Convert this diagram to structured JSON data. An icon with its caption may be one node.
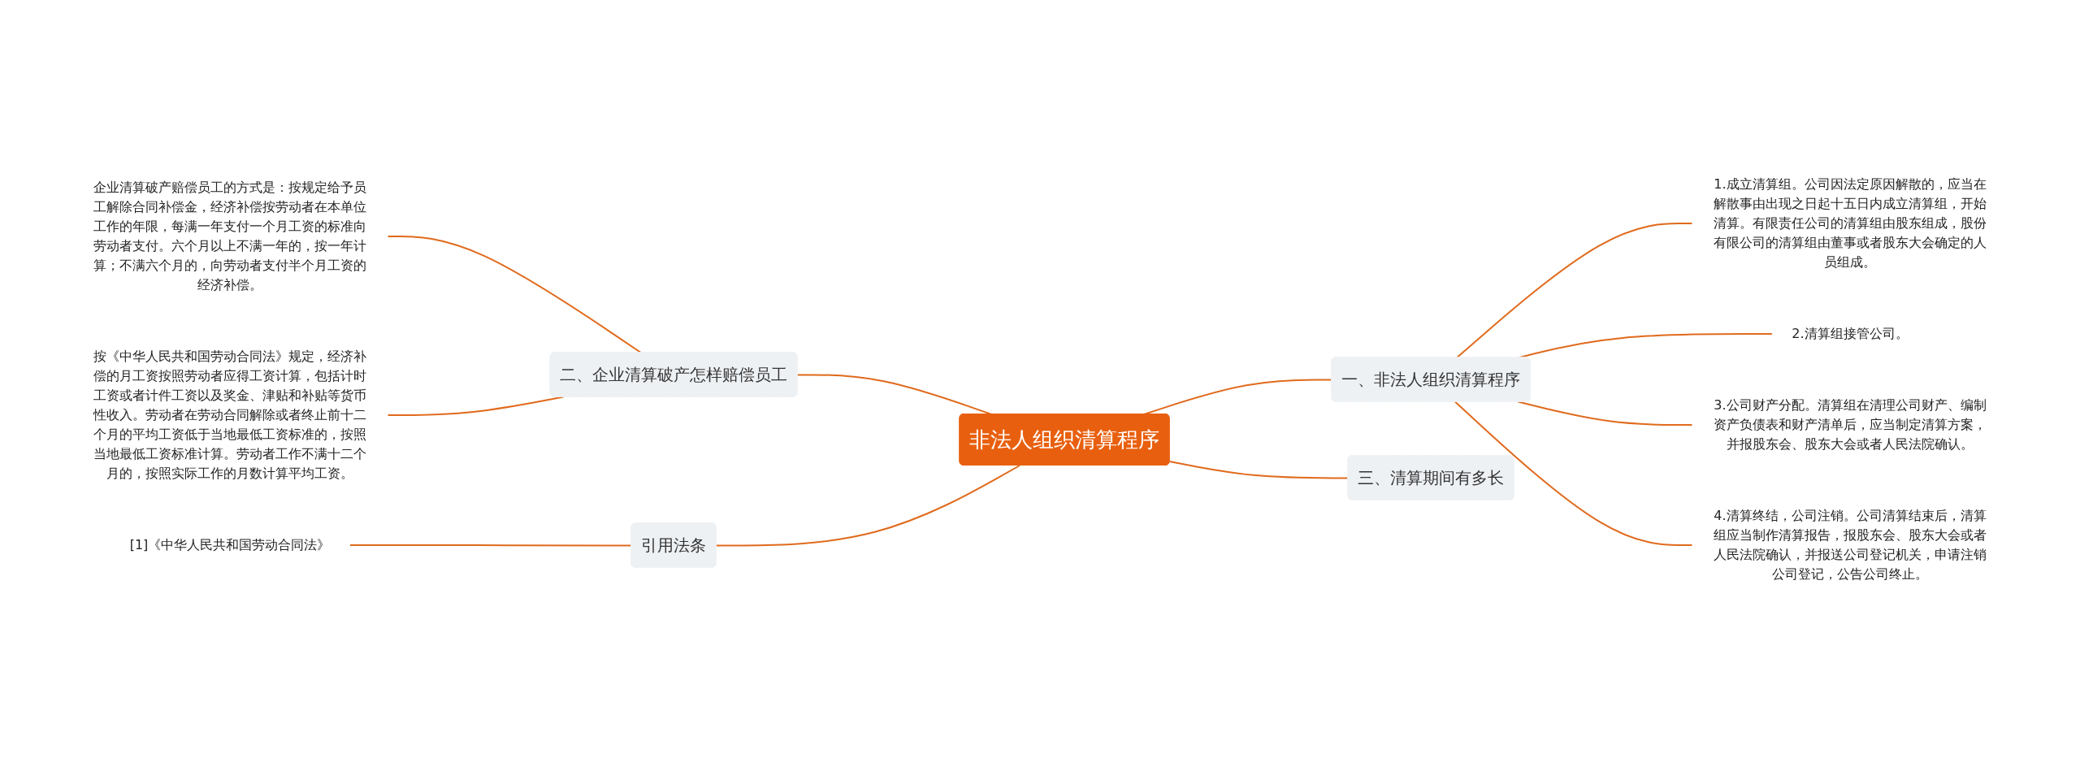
{
  "diagram": {
    "nodes": [
      {
        "text": [
          "非法人组织清算程序"
        ]
      },
      {
        "text": [
          "一、非法人组织清算程序"
        ]
      },
      {
        "text": [
          "1.成立清算组。公司因法定原因解散的，应当在解散事由出现之日起十五日内成立清算组，开始清算。有限责任公司的清算组由股东组成，股份有限公司的清算组由董事或者股东大会确定的人员组成。"
        ]
      },
      {
        "text": [
          "2.清算组接管公司。"
        ]
      },
      {
        "text": [
          "3.公司财产分配。清算组在清理公司财产、编制资产负债表和财产清单后，应当制定清算方案，并报股东会、股东大会或者人民法院确认。"
        ]
      },
      {
        "text": [
          "4.清算终结，公司注销。公司清算结束后，清算组应当制作清算报告，报股东会、股东大会或者人民法院确认，并报送公司登记机关，申请注销公司登记，公告公司终止。"
        ]
      },
      {
        "text": [
          "三、清算期间有多长"
        ]
      },
      {
        "text": [
          "二、企业清算破产怎样赔偿员工"
        ]
      },
      {
        "text": [
          "企业清算破产赔偿员工的方式是：按规定给予员工解除合同补偿金，经济补偿按劳动者在本单位工作的年限，每满一年支付一个月工资的标准向劳动者支付。六个月以上不满一年的，按一年计算；不满六个月的，向劳动者支付半个月工资的经济补偿。"
        ]
      },
      {
        "text": [
          "按《中华人民共和国劳动合同法》规定，经济补偿的月工资按照劳动者应得工资计算，包括计时工资或者计件工资以及奖金、津贴和补贴等货币性收入。劳动者在劳动合同解除或者终止前十二个月的平均工资低于当地最低工资标准的，按照当地最低工资标准计算。劳动者工作不满十二个月的，按照实际工作的月数计算平均工资。"
        ]
      },
      {
        "text": [
          "引用法条"
        ]
      },
      {
        "text": [
          "[1]《中华人民共和国劳动合同法》"
        ]
      }
    ],
    "edges": [
      {
        "from": 0,
        "to": 1,
        "arrow": "none"
      },
      {
        "from": 1,
        "to": 2,
        "arrow": "none"
      },
      {
        "from": 1,
        "to": 3,
        "arrow": "none"
      },
      {
        "from": 1,
        "to": 4,
        "arrow": "none"
      },
      {
        "from": 1,
        "to": 5,
        "arrow": "none"
      },
      {
        "from": 0,
        "to": 6,
        "arrow": "none"
      },
      {
        "from": 0,
        "to": 7,
        "arrow": "none"
      },
      {
        "from": 7,
        "to": 8,
        "arrow": "none"
      },
      {
        "from": 7,
        "to": 9,
        "arrow": "none"
      },
      {
        "from": 0,
        "to": 10,
        "arrow": "none"
      },
      {
        "from": 10,
        "to": 11,
        "arrow": "none"
      }
    ]
  }
}
